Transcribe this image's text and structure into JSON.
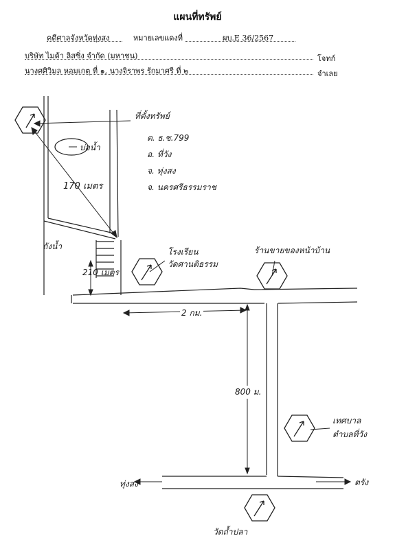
{
  "header": {
    "title": "แผนที่ทรัพย์",
    "court": "คดีศาลจังหวัดทุ่งสง",
    "case_no_label": "หมายเลขแดงที่",
    "case_no": "ผบ.E 36/2567",
    "plaintiff": "บริษัท ไมด้า ลิสซิ่ง จำกัด (มหาชน)",
    "plaintiff_role": "โจทก์",
    "defendants": "นางศศิวิมล หอมเกตุ ที่ ๑, นางจิราพร รักมาศรี ที่ ๒",
    "defendant_role": "จำเลย"
  },
  "map": {
    "property_label": "ที่ตั้งทรัพย์",
    "pond_label": "บ่อน้ำ",
    "distance_170": "170 เมตร",
    "distance_210": "210 เมตร",
    "distance_2km": "2 กม.",
    "distance_800": "800 ม.",
    "address_lines": [
      "ต. ธ.ช.799",
      "อ. ที่วัง",
      "จ. ทุ่งสง",
      "จ. นครศรีธรรมราช"
    ],
    "water_tank_label": "ถังน้ำ",
    "school_label": [
      "โรงเรียน",
      "วัดศานติธรรม"
    ],
    "shop_label": "ร้านขายของหน้าบ้าน",
    "municipality_label": [
      "เทศบาล",
      "ตำบลที่วัง"
    ],
    "temple_label": "วัดถ้ำปลา",
    "left_town": "ทุ่งสง",
    "right_town": "ตรัง"
  }
}
